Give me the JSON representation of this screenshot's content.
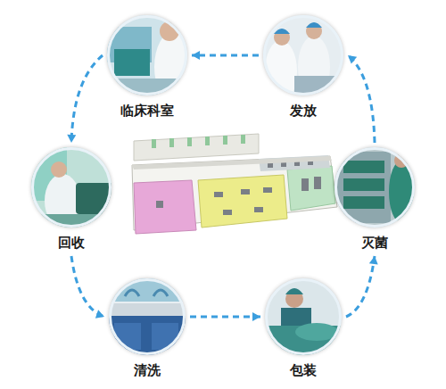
{
  "diagram": {
    "nodes": [
      {
        "text": [
          "临床科室"
        ]
      },
      {
        "text": [
          "回收"
        ]
      },
      {
        "text": [
          "清洗"
        ]
      },
      {
        "text": [
          "包装"
        ]
      },
      {
        "text": [
          "灭菌"
        ]
      },
      {
        "text": [
          "发放"
        ]
      }
    ],
    "edges": [
      {
        "from": 0,
        "to": 1,
        "arrow": "to"
      },
      {
        "from": 1,
        "to": 2,
        "arrow": "to"
      },
      {
        "from": 2,
        "to": 3,
        "arrow": "to"
      },
      {
        "from": 3,
        "to": 4,
        "arrow": "to"
      },
      {
        "from": 4,
        "to": 5,
        "arrow": "to"
      },
      {
        "from": 5,
        "to": 0,
        "arrow": "to"
      }
    ]
  }
}
